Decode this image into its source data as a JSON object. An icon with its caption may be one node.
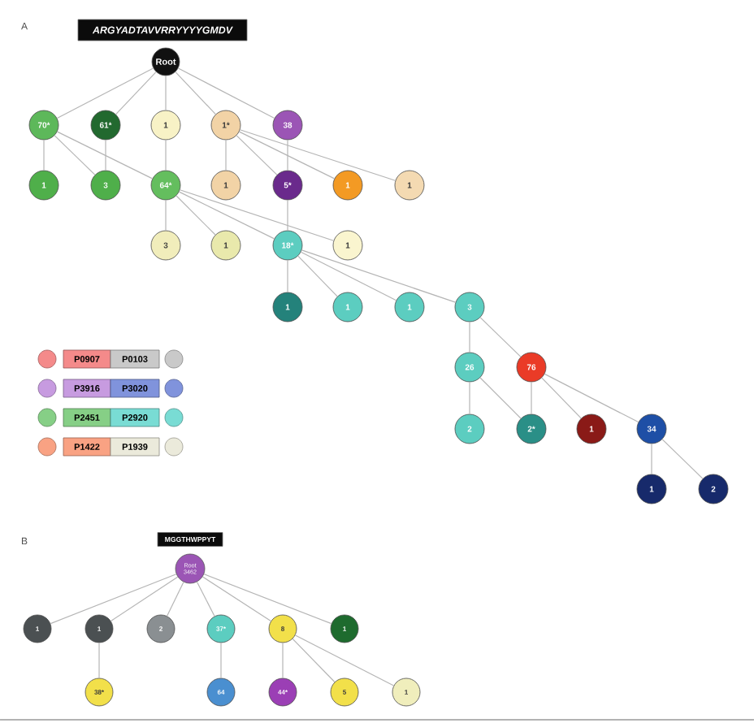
{
  "diagram": {
    "nodes": [
      {
        "text": [
          "ARGYADTAVVRRYYYYGMDV"
        ]
      },
      {
        "text": [
          "Root"
        ]
      },
      {
        "text": [
          "70*"
        ]
      },
      {
        "text": [
          "61*"
        ]
      },
      {
        "text": [
          "1"
        ]
      },
      {
        "text": [
          "1*"
        ]
      },
      {
        "text": [
          "38"
        ]
      },
      {
        "text": [
          "1"
        ]
      },
      {
        "text": [
          "3"
        ]
      },
      {
        "text": [
          "64*"
        ]
      },
      {
        "text": [
          "1"
        ]
      },
      {
        "text": [
          "5*"
        ]
      },
      {
        "text": [
          "1"
        ]
      },
      {
        "text": [
          "1"
        ]
      },
      {
        "text": [
          "3"
        ]
      },
      {
        "text": [
          "1"
        ]
      },
      {
        "text": [
          "18*"
        ]
      },
      {
        "text": [
          "1"
        ]
      },
      {
        "text": [
          "1"
        ]
      },
      {
        "text": [
          "1"
        ]
      },
      {
        "text": [
          "1"
        ]
      },
      {
        "text": [
          "3"
        ]
      },
      {
        "text": [
          "26"
        ]
      },
      {
        "text": [
          "76"
        ]
      },
      {
        "text": [
          "2"
        ]
      },
      {
        "text": [
          "2*"
        ]
      },
      {
        "text": [
          "1"
        ]
      },
      {
        "text": [
          "34"
        ]
      },
      {
        "text": [
          "1"
        ]
      },
      {
        "text": [
          "2"
        ]
      },
      {
        "text": [
          "MGGTHWPPYT"
        ]
      },
      {
        "text": [
          "Root 3462"
        ]
      },
      {
        "text": [
          "1"
        ]
      },
      {
        "text": [
          "1"
        ]
      },
      {
        "text": [
          "2"
        ]
      },
      {
        "text": [
          "37*"
        ]
      },
      {
        "text": [
          "8"
        ]
      },
      {
        "text": [
          "1"
        ]
      },
      {
        "text": [
          "38*"
        ]
      },
      {
        "text": [
          "64"
        ]
      },
      {
        "text": [
          "44*"
        ]
      },
      {
        "text": [
          "5"
        ]
      },
      {
        "text": [
          "1"
        ]
      }
    ],
    "edges": [
      {
        "from": 1,
        "to": 2,
        "arrow": "none"
      },
      {
        "from": 1,
        "to": 3,
        "arrow": "none"
      },
      {
        "from": 1,
        "to": 4,
        "arrow": "none"
      },
      {
        "from": 1,
        "to": 5,
        "arrow": "none"
      },
      {
        "from": 1,
        "to": 6,
        "arrow": "none"
      },
      {
        "from": 2,
        "to": 7,
        "arrow": "none"
      },
      {
        "from": 2,
        "to": 8,
        "arrow": "none"
      },
      {
        "from": 2,
        "to": 9,
        "arrow": "none"
      },
      {
        "from": 3,
        "to": 8,
        "arrow": "none"
      },
      {
        "from": 4,
        "to": 9,
        "arrow": "none"
      },
      {
        "from": 5,
        "to": 10,
        "arrow": "none"
      },
      {
        "from": 5,
        "to": 11,
        "arrow": "none"
      },
      {
        "from": 5,
        "to": 12,
        "arrow": "none"
      },
      {
        "from": 5,
        "to": 13,
        "arrow": "none"
      },
      {
        "from": 6,
        "to": 11,
        "arrow": "none"
      },
      {
        "from": 9,
        "to": 14,
        "arrow": "none"
      },
      {
        "from": 9,
        "to": 15,
        "arrow": "none"
      },
      {
        "from": 9,
        "to": 16,
        "arrow": "none"
      },
      {
        "from": 9,
        "to": 17,
        "arrow": "none"
      },
      {
        "from": 11,
        "to": 16,
        "arrow": "none"
      },
      {
        "from": 16,
        "to": 18,
        "arrow": "none"
      },
      {
        "from": 16,
        "to": 19,
        "arrow": "none"
      },
      {
        "from": 16,
        "to": 20,
        "arrow": "none"
      },
      {
        "from": 16,
        "to": 21,
        "arrow": "none"
      },
      {
        "from": 21,
        "to": 22,
        "arrow": "none"
      },
      {
        "from": 21,
        "to": 23,
        "arrow": "none"
      },
      {
        "from": 22,
        "to": 24,
        "arrow": "none"
      },
      {
        "from": 22,
        "to": 25,
        "arrow": "none"
      },
      {
        "from": 23,
        "to": 25,
        "arrow": "none"
      },
      {
        "from": 23,
        "to": 26,
        "arrow": "none"
      },
      {
        "from": 23,
        "to": 27,
        "arrow": "none"
      },
      {
        "from": 27,
        "to": 28,
        "arrow": "none"
      },
      {
        "from": 27,
        "to": 29,
        "arrow": "none"
      },
      {
        "from": 31,
        "to": 32,
        "arrow": "none"
      },
      {
        "from": 31,
        "to": 33,
        "arrow": "none"
      },
      {
        "from": 31,
        "to": 34,
        "arrow": "none"
      },
      {
        "from": 31,
        "to": 35,
        "arrow": "none"
      },
      {
        "from": 31,
        "to": 36,
        "arrow": "none"
      },
      {
        "from": 31,
        "to": 37,
        "arrow": "none"
      },
      {
        "from": 33,
        "to": 38,
        "arrow": "none"
      },
      {
        "from": 35,
        "to": 39,
        "arrow": "none"
      },
      {
        "from": 36,
        "to": 40,
        "arrow": "none"
      },
      {
        "from": 36,
        "to": 41,
        "arrow": "none"
      },
      {
        "from": 36,
        "to": 42,
        "arrow": "none"
      }
    ],
    "labels": [
      "A",
      "B"
    ],
    "legend": [
      {
        "text": "P0907",
        "color": "#f48a8a"
      },
      {
        "text": "P0103",
        "color": "#c9c9c9"
      },
      {
        "text": "P3916",
        "color": "#c79be0"
      },
      {
        "text": "P3020",
        "color": "#8093dc"
      },
      {
        "text": "P2451",
        "color": "#86cf86"
      },
      {
        "text": "P2920",
        "color": "#79dcd4"
      },
      {
        "text": "P1422",
        "color": "#f9a283"
      },
      {
        "text": "P1939",
        "color": "#ebeadb"
      }
    ]
  }
}
